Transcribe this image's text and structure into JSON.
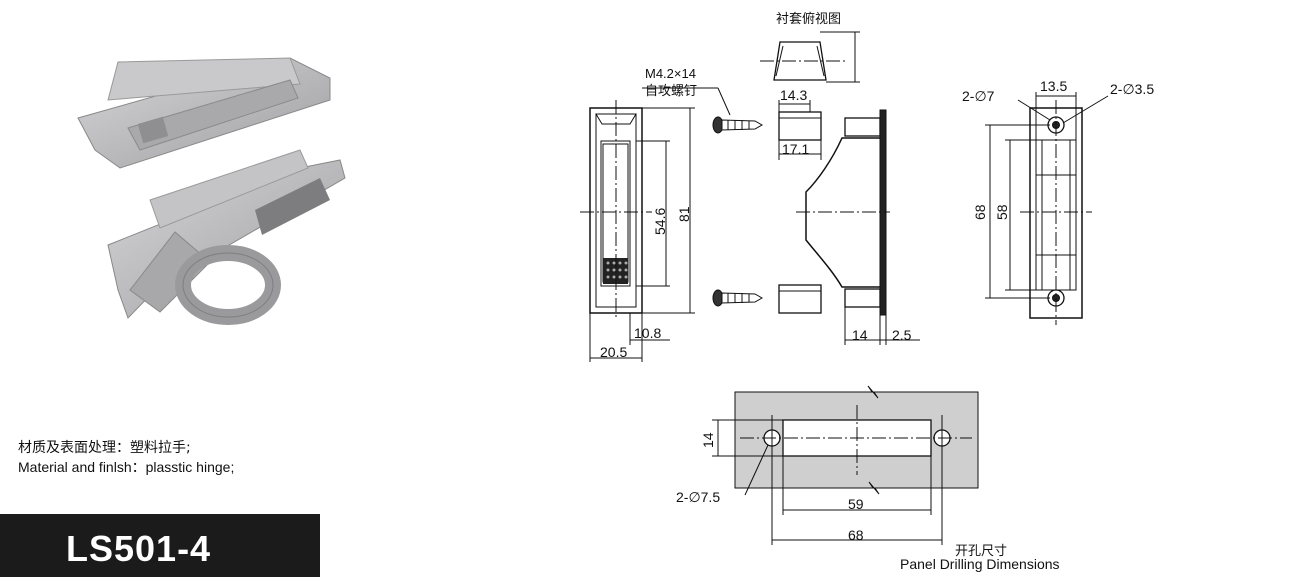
{
  "model": "LS501-4",
  "material": {
    "cn": "材质及表面处理：塑料拉手;",
    "en": "Material and finlsh：plasstic hinge;"
  },
  "views": {
    "bushing_top_title": "衬套俯视图",
    "screw_spec": "M4.2×14",
    "screw_name": "自攻螺钉",
    "panel_title_cn": "开孔尺寸",
    "panel_title_en": "Panel Drilling Dimensions"
  },
  "dimensions": {
    "d_14_3": "14.3",
    "d_17_1": "17.1",
    "d_54_6": "54.6",
    "d_81": "81",
    "d_10_8": "10.8",
    "d_20_5": "20.5",
    "d_14_side": "14",
    "d_2_5": "2.5",
    "d_13_5": "13.5",
    "d_2_phi7": "2-∅7",
    "d_2_phi3_5": "2-∅3.5",
    "d_68_back": "68",
    "d_58_back": "58",
    "d_14_panel": "14",
    "d_2_phi7_5": "2-∅7.5",
    "d_59": "59",
    "d_68_panel": "68"
  },
  "colors": {
    "product": "#b9b9bb",
    "panel": "#cfcfcf",
    "model_bg": "#1b1b1b"
  }
}
